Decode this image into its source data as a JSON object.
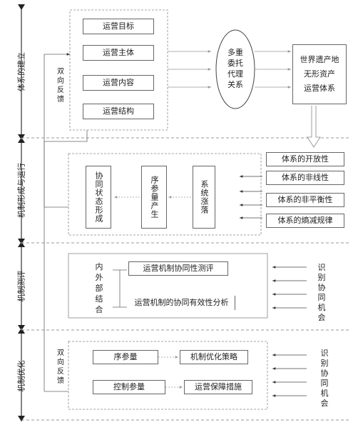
{
  "stages": [
    "体系的建立",
    "机制形成与运行",
    "机制测评",
    "机制优化"
  ],
  "stage1": {
    "items": [
      "运营目标",
      "运营主体",
      "运营内容",
      "运营结构"
    ],
    "feedback_label": [
      "双",
      "向",
      "反",
      "馈"
    ],
    "center_lines": [
      "多重",
      "委托",
      "代理",
      "关系"
    ],
    "result_lines": [
      "世界遗产地",
      "无形资产",
      "运营体系"
    ]
  },
  "stage2": {
    "props": [
      "体系的开放性",
      "体系的非线性",
      "体系的非平衡性",
      "体系的熵减规律"
    ],
    "chain": [
      "系统涨落",
      "序参量产生",
      "协同状态形成"
    ]
  },
  "stage3": {
    "combine_lines": [
      "内",
      "外",
      "部",
      "结",
      "合"
    ],
    "eval1": "运营机制协同性测评",
    "eval2": "运营机制的协同有效性分析",
    "right_chars": [
      "识",
      "别",
      "协",
      "同",
      "机",
      "会"
    ]
  },
  "stage4": {
    "feedback_label": [
      "双",
      "向",
      "反",
      "馈"
    ],
    "order_param": "序参量",
    "control_param": "控制参量",
    "strategy": "机制优化策略",
    "measures": "运营保障措施",
    "right_chars": [
      "识",
      "别",
      "协",
      "同",
      "机",
      "会"
    ]
  }
}
